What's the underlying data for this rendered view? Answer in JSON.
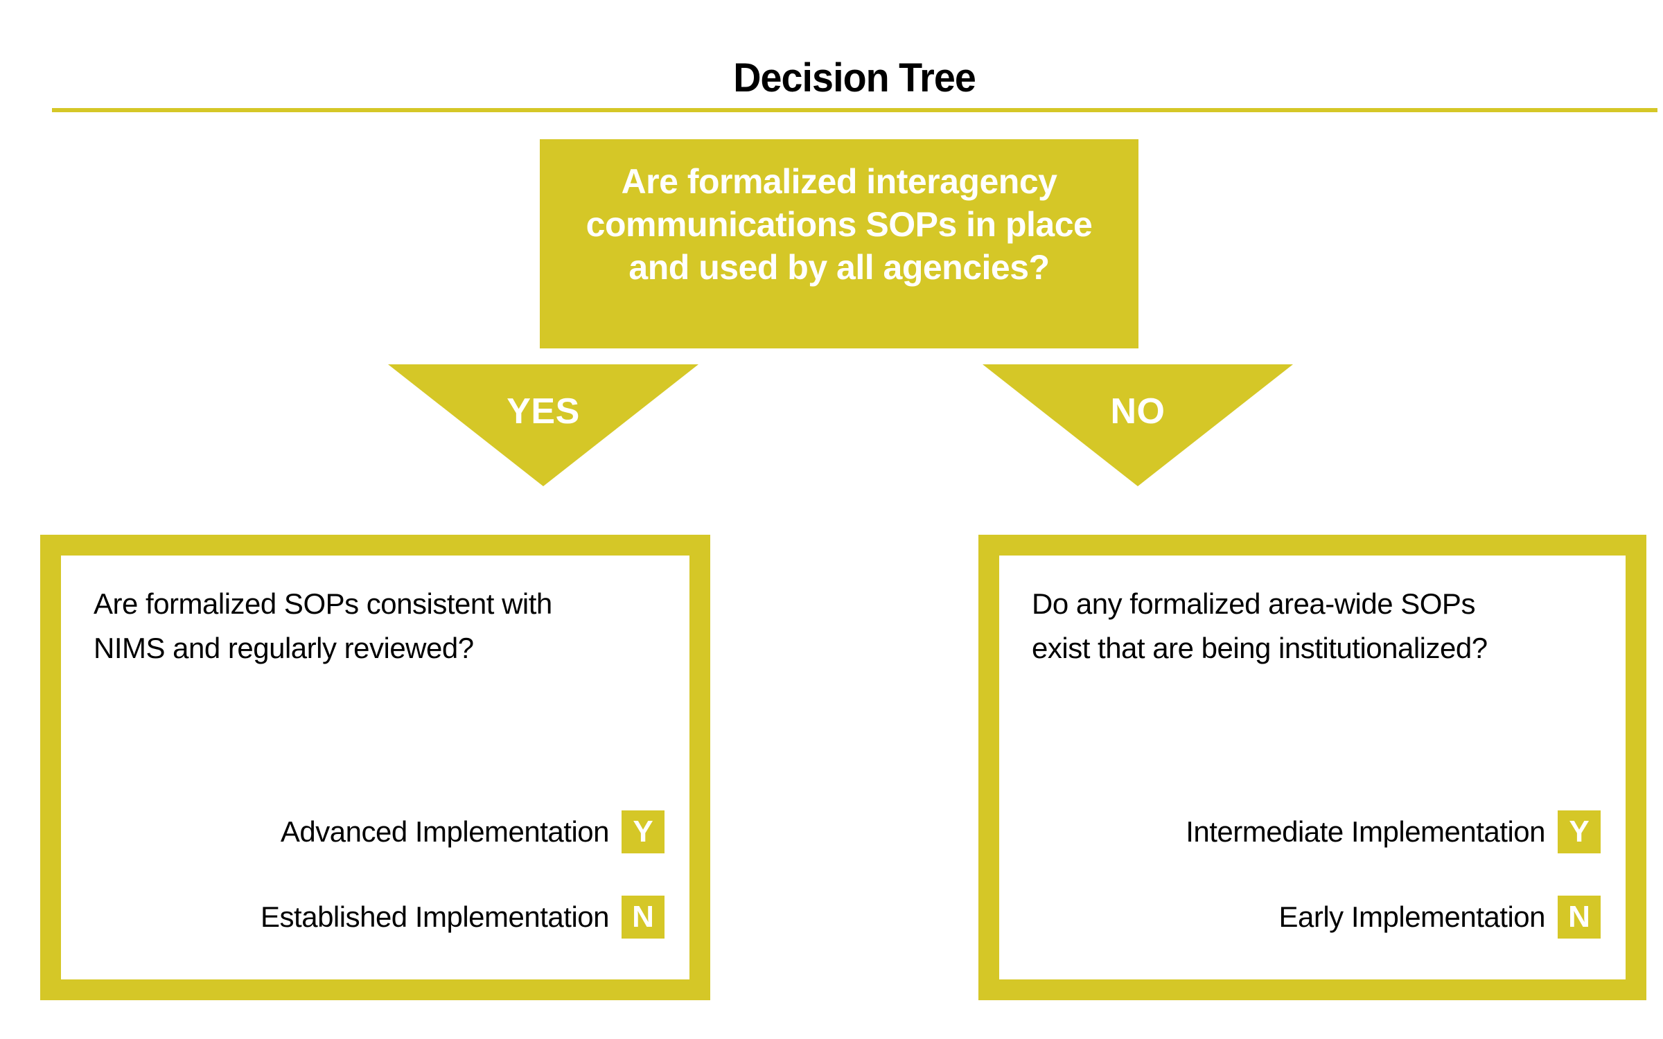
{
  "title": "Decision Tree",
  "colors": {
    "accent_yellow": "#d5c727",
    "text_black": "#000000",
    "text_white": "#ffffff"
  },
  "root_question": {
    "text": "Are formalized interagency\ncommunications SOPs in place\nand used by all agencies?"
  },
  "branches": {
    "yes": "YES",
    "no": "NO"
  },
  "left_box": {
    "question": "Are formalized SOPs consistent with\nNIMS and regularly reviewed?",
    "answers": [
      {
        "label": "Advanced Implementation",
        "badge": "Y"
      },
      {
        "label": "Established Implementation",
        "badge": "N"
      }
    ]
  },
  "right_box": {
    "question": "Do any formalized area-wide SOPs\nexist that are being institutionalized?",
    "answers": [
      {
        "label": "Intermediate Implementation",
        "badge": "Y"
      },
      {
        "label": "Early Implementation",
        "badge": "N"
      }
    ]
  }
}
